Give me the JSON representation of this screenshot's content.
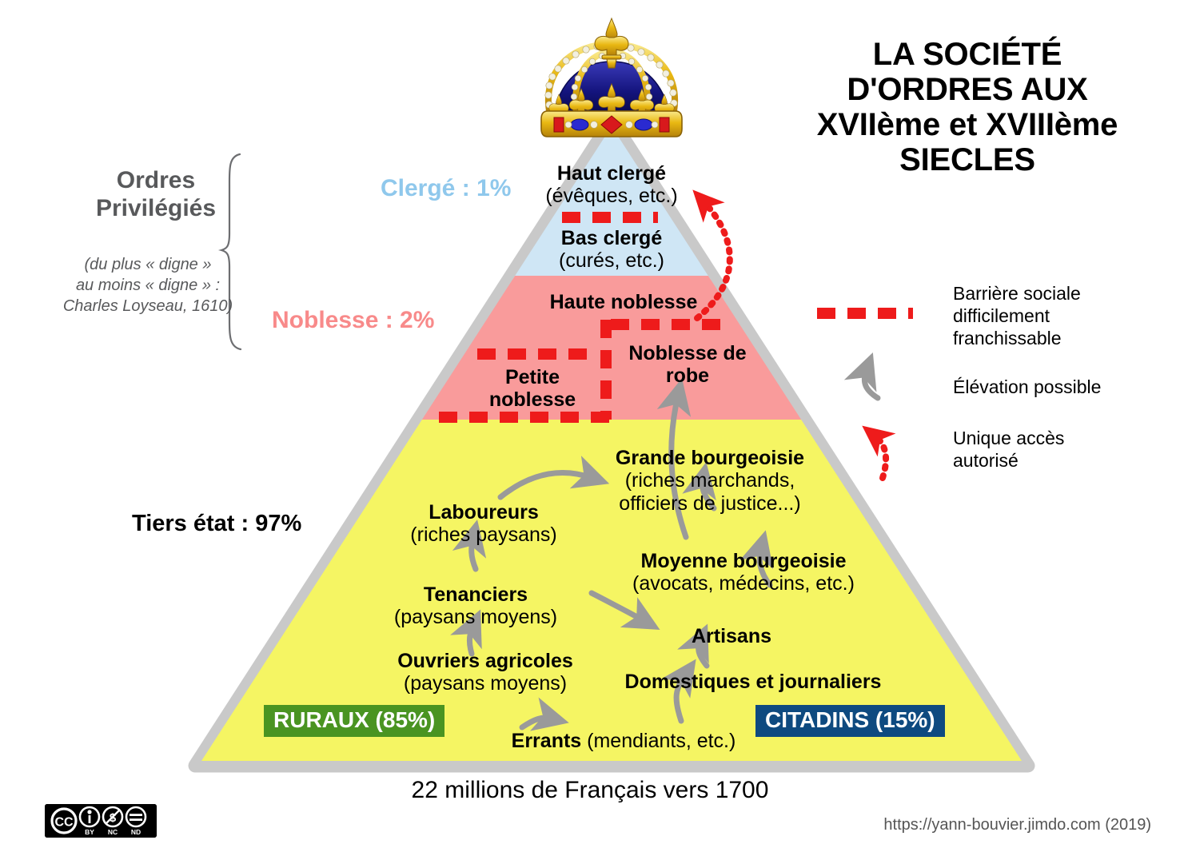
{
  "title": "LA SOCIÉTÉ D'ORDRES AUX XVIIème et XVIIIème SIECLES",
  "header": {
    "line1": "LA SOCIÉTÉ",
    "line2": "D'ORDRES AUX",
    "line3": "XVIIème et XVIIIème",
    "line4": "SIECLES"
  },
  "left_panel": {
    "heading_line1": "Ordres",
    "heading_line2": "Privilégiés",
    "note_line1": "(du plus « digne »",
    "note_line2": "au moins « digne » :",
    "note_line3": "Charles Loyseau, 1610)"
  },
  "estates": [
    {
      "key": "clerge",
      "label": "Clergé : 1%",
      "color": "#8fc8ec",
      "band_color": "#cfe6f5"
    },
    {
      "key": "noblesse",
      "label": "Noblesse : 2%",
      "color": "#f88a8a",
      "band_color": "#f99b9b"
    },
    {
      "key": "tiers",
      "label": "Tiers état : 97%",
      "color": "#000000",
      "band_color": "#f5f563"
    }
  ],
  "pyramid_groups": [
    {
      "id": "haut-clerge",
      "name": "Haut clergé",
      "detail": "(évêques, etc.)"
    },
    {
      "id": "bas-clerge",
      "name": "Bas clergé",
      "detail": "(curés, etc.)"
    },
    {
      "id": "haute-noblesse",
      "name": "Haute noblesse",
      "detail": ""
    },
    {
      "id": "noblesse-robe",
      "name": "Noblesse de robe",
      "detail": ""
    },
    {
      "id": "petite-noblesse",
      "name": "Petite noblesse",
      "detail": ""
    },
    {
      "id": "grande-bourg",
      "name": "Grande bourgeoisie",
      "detail": "(riches marchands, officiers de justice...)"
    },
    {
      "id": "laboureurs",
      "name": "Laboureurs",
      "detail": "(riches paysans)"
    },
    {
      "id": "moyenne-bourg",
      "name": "Moyenne bourgeoisie",
      "detail": "(avocats, médecins, etc.)"
    },
    {
      "id": "tenanciers",
      "name": "Tenanciers",
      "detail": "(paysans moyens)"
    },
    {
      "id": "artisans",
      "name": "Artisans",
      "detail": ""
    },
    {
      "id": "ouvriers",
      "name": "Ouvriers agricoles",
      "detail": "(paysans moyens)"
    },
    {
      "id": "domestiques",
      "name": "Domestiques et journaliers",
      "detail": ""
    },
    {
      "id": "errants",
      "name": "Errants",
      "detail": "(mendiants, etc.)"
    }
  ],
  "pyramid_text": {
    "haut_clerge_name": "Haut clergé",
    "haut_clerge_detail": "(évêques, etc.)",
    "bas_clerge_name": "Bas clergé",
    "bas_clerge_detail": "(curés, etc.)",
    "haute_noblesse_name": "Haute noblesse",
    "noblesse_robe_name_l1": "Noblesse de",
    "noblesse_robe_name_l2": "robe",
    "petite_noblesse_l1": "Petite",
    "petite_noblesse_l2": "noblesse",
    "grande_bourg_name": "Grande bourgeoisie",
    "grande_bourg_d1": "(riches marchands,",
    "grande_bourg_d2": "officiers de justice...)",
    "laboureurs_name": "Laboureurs",
    "laboureurs_detail": "(riches paysans)",
    "moyenne_bourg_name": "Moyenne bourgeoisie",
    "moyenne_bourg_detail": "(avocats, médecins, etc.)",
    "tenanciers_name": "Tenanciers",
    "tenanciers_detail": "(paysans moyens)",
    "artisans_name": "Artisans",
    "ouvriers_name": "Ouvriers agricoles",
    "ouvriers_detail": "(paysans moyens)",
    "domestiques_name": "Domestiques et journaliers",
    "errants_name": "Errants",
    "errants_detail": " (mendiants, etc.)"
  },
  "badges": [
    {
      "id": "ruraux",
      "label": "RURAUX (85%)",
      "color": "#4a9421"
    },
    {
      "id": "citadins",
      "label": "CITADINS (15%)",
      "color": "#0e4a80"
    }
  ],
  "badge_text": {
    "ruraux": "RURAUX (85%)",
    "citadins": "CITADINS (15%)"
  },
  "legend": [
    {
      "id": "barriere",
      "icon": "red-dashed-line-icon",
      "line1": "Barrière sociale",
      "line2": "difficilement",
      "line3": "franchissable"
    },
    {
      "id": "elevation",
      "icon": "grey-curved-arrow-icon",
      "line1": "Élévation possible",
      "line2": "",
      "line3": ""
    },
    {
      "id": "acces",
      "icon": "red-dotted-arrow-icon",
      "line1": "Unique accès",
      "line2": "autorisé",
      "line3": ""
    }
  ],
  "legend_text": {
    "barriere_l1": "Barrière sociale",
    "barriere_l2": "difficilement",
    "barriere_l3": "franchissable",
    "elevation": "Élévation possible",
    "acces_l1": "Unique accès",
    "acces_l2": "autorisé"
  },
  "caption": "22 millions de Français vers 1700",
  "source": "https://yann-bouvier.jimdo.com (2019)",
  "license": {
    "badge": "cc-by-nc-nd",
    "by": "BY",
    "nc": "NC",
    "nd": "ND",
    "cc": "CC"
  },
  "colors": {
    "clergy_band": "#cfe6f5",
    "nobility_band": "#f99b9b",
    "third_estate_band": "#f5f563",
    "pyramid_border": "#c9c9c9",
    "barrier_red": "#ee1b1b",
    "arrow_grey": "#9a9a9a",
    "crown_gold": "#e8b515",
    "crown_blue": "#1a1a8c"
  }
}
